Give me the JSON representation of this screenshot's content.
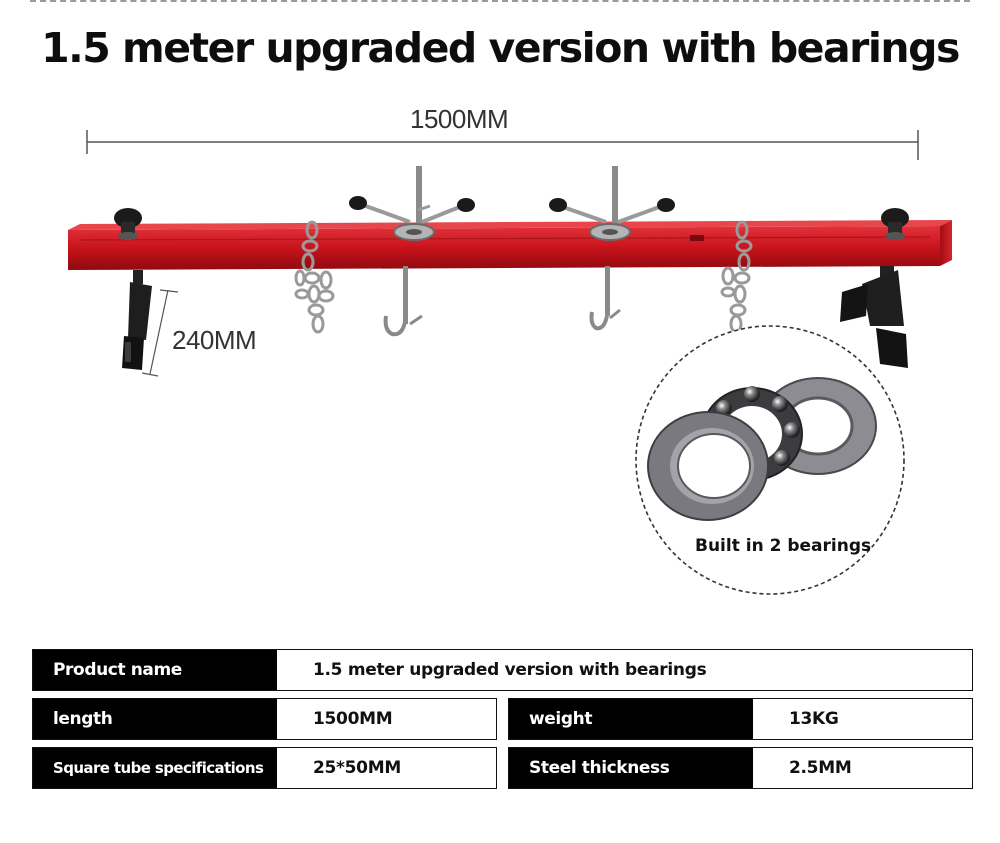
{
  "title": "1.5 meter upgraded version with bearings",
  "dimensions": {
    "width_label": "1500MM",
    "height_label": "240MM"
  },
  "bearing_caption": "Built in 2 bearings",
  "colors": {
    "beam": "#c8131b",
    "key_bg": "#000000"
  },
  "specs": {
    "product_name": {
      "key": "Product name",
      "value": "1.5 meter upgraded version with bearings"
    },
    "length": {
      "key": "length",
      "value": "1500MM"
    },
    "weight": {
      "key": "weight",
      "value": "13KG"
    },
    "tube": {
      "key": "Square tube specifications",
      "value": "25*50MM"
    },
    "steel": {
      "key": "Steel thickness",
      "value": "2.5MM"
    }
  }
}
